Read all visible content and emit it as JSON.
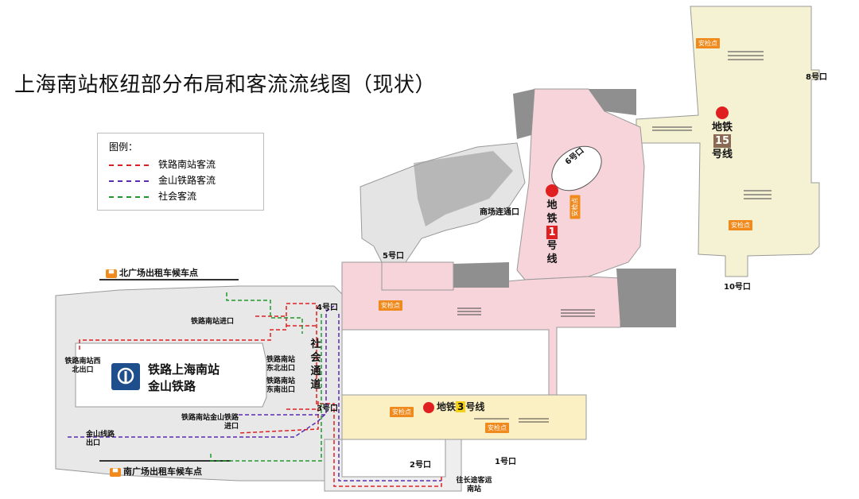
{
  "title": "上海南站枢纽部分布局和客流流线图（现状）",
  "legend": {
    "heading": "图例：",
    "items": [
      {
        "label": "铁路南站客流",
        "color": "#e02020"
      },
      {
        "label": "金山铁路客流",
        "color": "#5b2bb0"
      },
      {
        "label": "社会客流",
        "color": "#1e9a2c"
      }
    ]
  },
  "colors": {
    "concourse_gray": "#e4e4e4",
    "dark_gray": "#8f8f8f",
    "pink_zone": "#f6d4da",
    "line15_zone": "#f5f1d3",
    "line3_zone": "#fbf0c4",
    "badge_orange": "#f08a1c"
  },
  "station": {
    "line1": "铁路上海南站",
    "line2": "金山铁路"
  },
  "metro": {
    "line1": {
      "label": "地铁",
      "num": "1",
      "suffix": "号线"
    },
    "line15": {
      "label": "地铁",
      "num": "15",
      "suffix": "号线"
    },
    "line3": {
      "label": "地铁",
      "num": "3",
      "suffix": "号线"
    }
  },
  "exits": {
    "e1": "1号口",
    "e2": "2号口",
    "e3": "3号口",
    "e4": "4号口",
    "e5": "5号口",
    "e6": "6号口",
    "e8": "8号口",
    "e10": "10号口"
  },
  "labels": {
    "mall_link": "商场连通口",
    "rail_entry": "铁路南站进口",
    "rail_nw_exit": "铁路南站西北出口",
    "rail_ne_exit": "铁路南站东北出口",
    "rail_se_exit": "铁路南站东南出口",
    "rail_jinshan_entry": "铁路南站金山铁路进口",
    "jinshan_exit": "金山线路出口",
    "social_passage": "社会通道",
    "coach_station": "往长途客运南站"
  },
  "security": "安检点",
  "taxi": {
    "north": "北广场出租车候车点",
    "south": "南广场出租车候车点"
  }
}
